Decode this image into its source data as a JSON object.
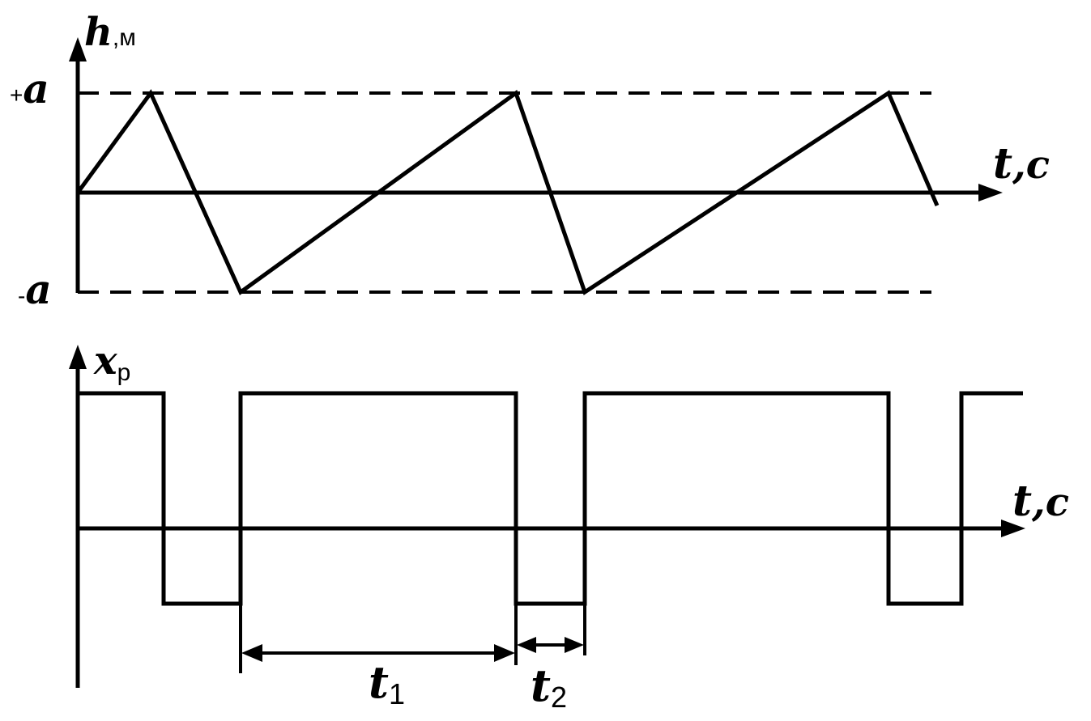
{
  "top_chart": {
    "y_axis_var": "h",
    "y_axis_unit": ",м",
    "x_axis_var": "t",
    "x_axis_unit": ",c",
    "upper_prefix": "+",
    "upper_var": "a",
    "lower_prefix": "-",
    "lower_var": "a"
  },
  "bottom_chart": {
    "y_axis_var": "x",
    "y_axis_sub": "р",
    "x_axis_var": "t",
    "x_axis_unit": ",c"
  },
  "intervals": {
    "t1_var": "t",
    "t1_sub": "1",
    "t2_var": "t",
    "t2_sub": "2"
  }
}
